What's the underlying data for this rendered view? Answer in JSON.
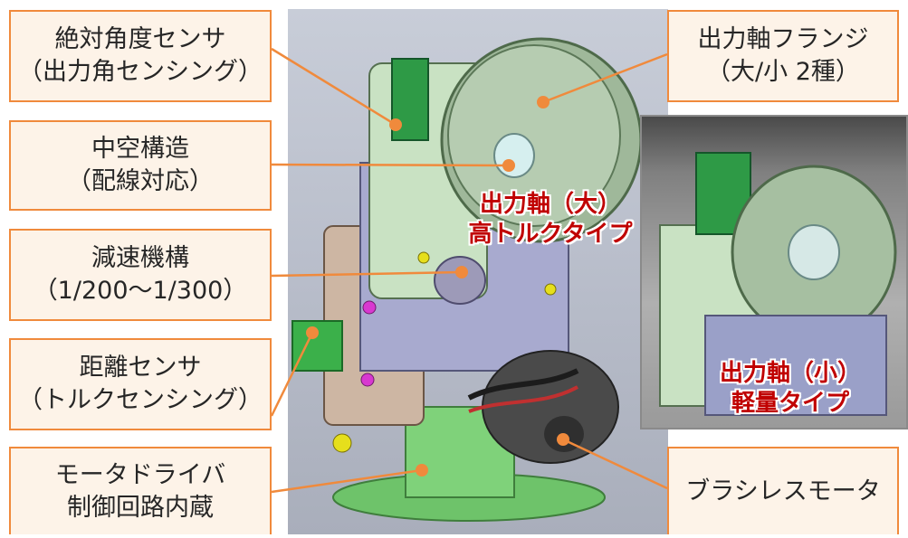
{
  "labels": {
    "absolute_angle_sensor": {
      "line1": "絶対角度センサ",
      "line2": "（出力角センシング）"
    },
    "hollow_structure": {
      "line1": "中空構造",
      "line2": "（配線対応）"
    },
    "reduction_mechanism": {
      "line1": "減速機構",
      "line2": "（1/200～1/300）"
    },
    "distance_sensor": {
      "line1": "距離センサ",
      "line2": "（トルクセンシング）"
    },
    "motor_driver": {
      "line1": "モータドライバ",
      "line2": "制御回路内蔵"
    },
    "output_flange": {
      "line1": "出力軸フランジ",
      "line2": "（大/小 2種）"
    },
    "brushless_motor": {
      "line1": "ブラシレスモータ"
    }
  },
  "callouts": {
    "large_shaft": {
      "line1": "出力軸（大）",
      "line2": "高トルクタイプ"
    },
    "small_shaft": {
      "line1": "出力軸（小）",
      "line2": "軽量タイプ"
    }
  },
  "colors": {
    "label_border": "#f08a3c",
    "label_fill": "#fdf3e8",
    "callout_text": "#c00000"
  }
}
